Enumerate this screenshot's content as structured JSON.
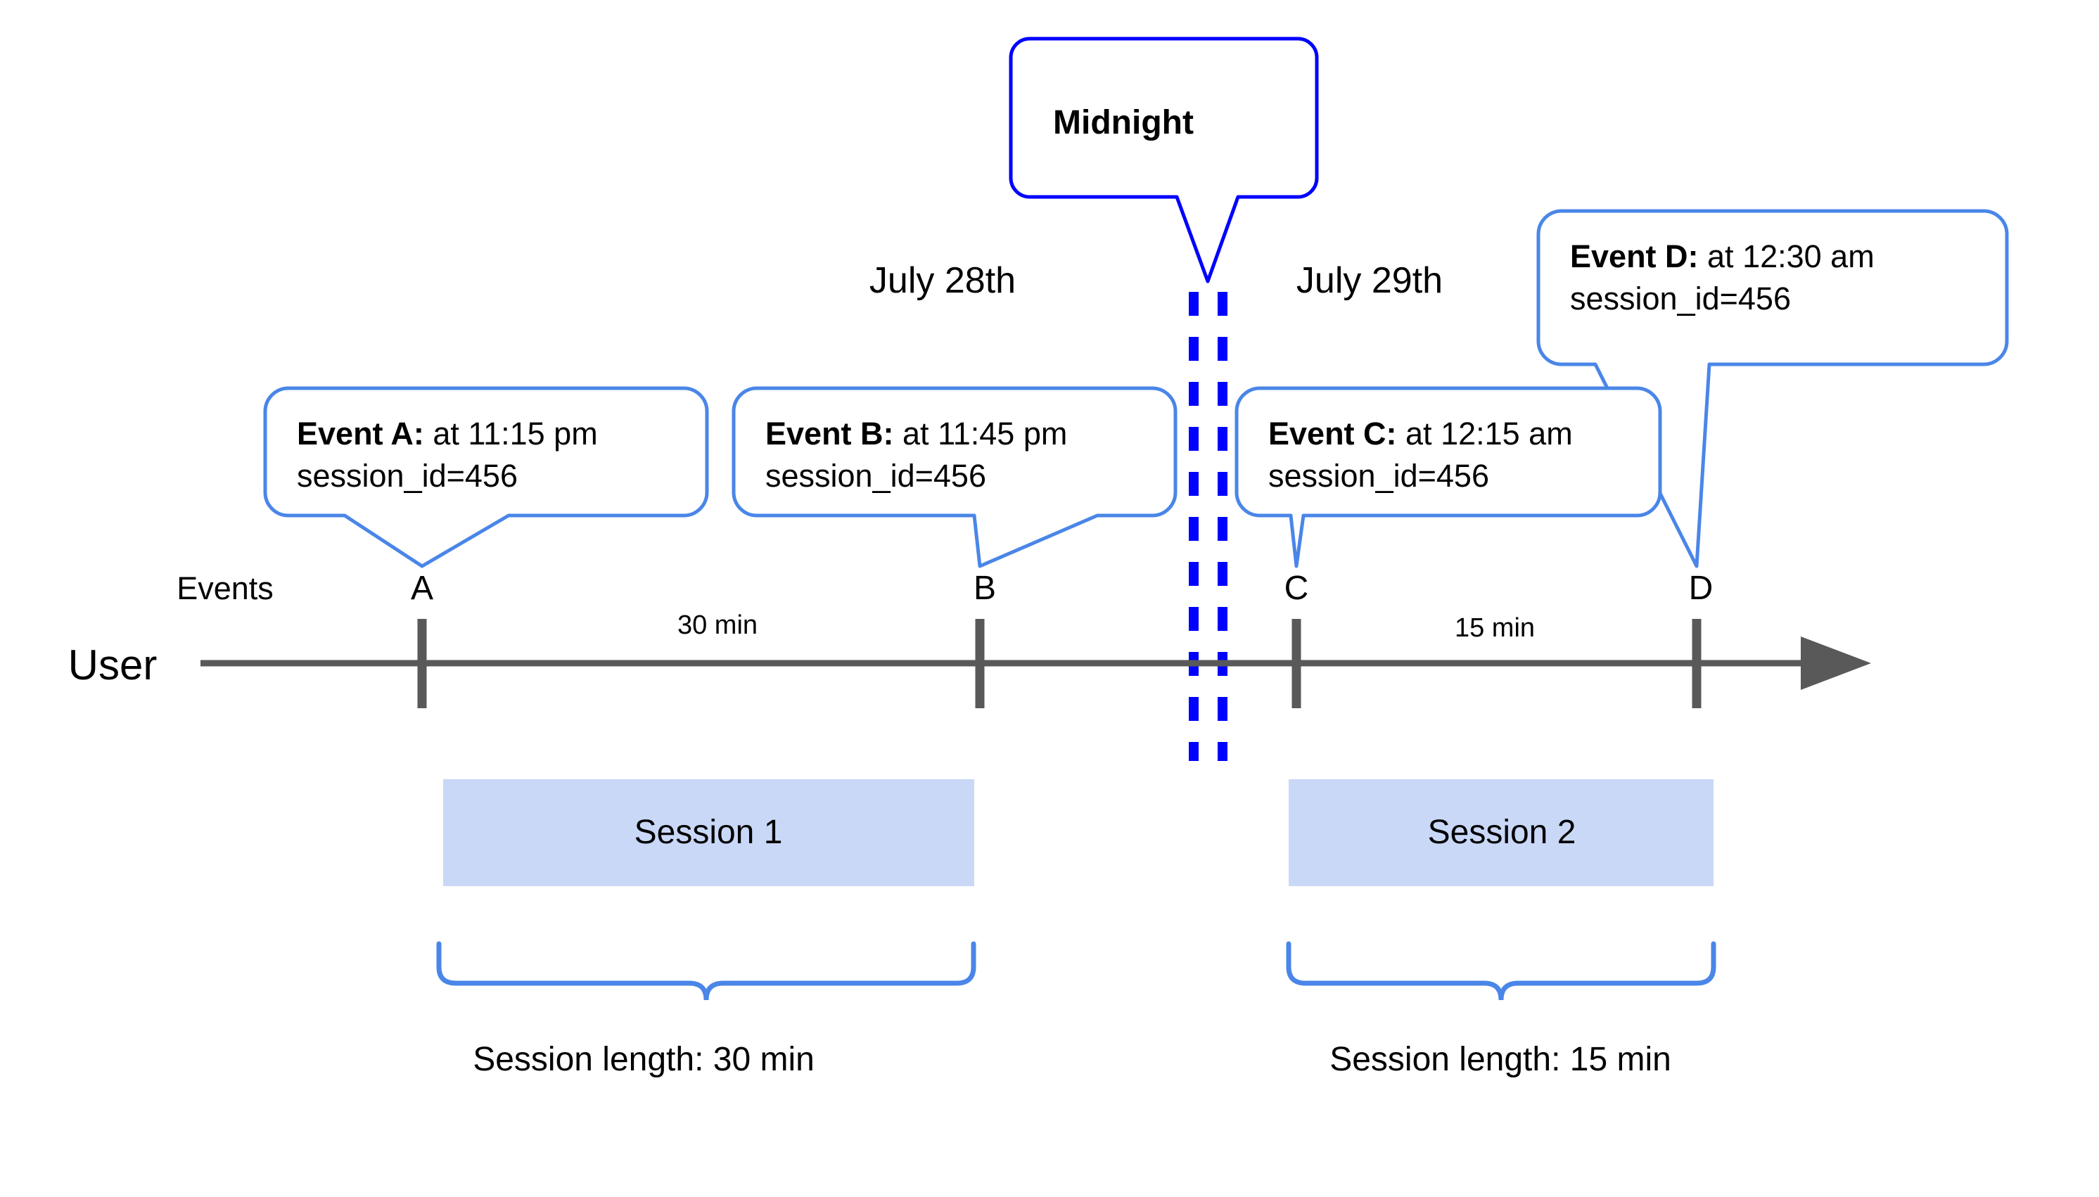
{
  "diagram": {
    "title_callout": {
      "label": "Midnight",
      "border_color": "#0000ff"
    },
    "dates": [
      {
        "label": "July 28th"
      },
      {
        "label": "July 29th"
      }
    ],
    "axis": {
      "row_label": "User",
      "events_label": "Events",
      "line_color": "#595959"
    },
    "markers": [
      {
        "letter": "A"
      },
      {
        "letter": "B"
      },
      {
        "letter": "C"
      },
      {
        "letter": "D"
      }
    ],
    "intervals": [
      {
        "label": "30 min"
      },
      {
        "label": "15 min"
      }
    ],
    "event_callouts": [
      {
        "title": "Event A:",
        "time": " at 11:15 pm",
        "detail": "session_id=456"
      },
      {
        "title": "Event B:",
        "time": " at 11:45 pm",
        "detail": "session_id=456"
      },
      {
        "title": "Event C:",
        "time": " at 12:15 am",
        "detail": "session_id=456"
      },
      {
        "title": "Event D:",
        "time": " at 12:30 am",
        "detail": "session_id=456"
      }
    ],
    "sessions": [
      {
        "bar_label": "Session 1",
        "length_label": "Session length: 30 min"
      },
      {
        "bar_label": "Session 2",
        "length_label": "Session length: 15 min"
      }
    ],
    "colors": {
      "callout_border": "#4a86e8",
      "session_bar_fill": "#c9d8f7",
      "brace": "#4a86e8",
      "midnight_dash": "#0000ff",
      "axis": "#595959"
    }
  }
}
